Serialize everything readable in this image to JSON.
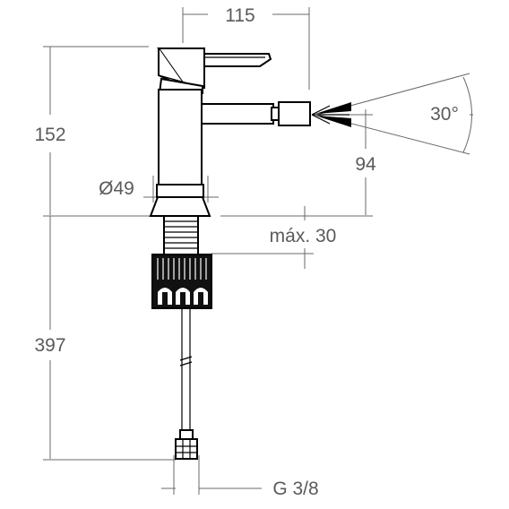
{
  "dimensions": {
    "width_top": "115",
    "height_upper": "152",
    "diameter": "Ø49",
    "spray_angle": "30°",
    "spout_height": "94",
    "max_thickness": "máx. 30",
    "height_lower": "397",
    "thread": "G 3/8"
  }
}
